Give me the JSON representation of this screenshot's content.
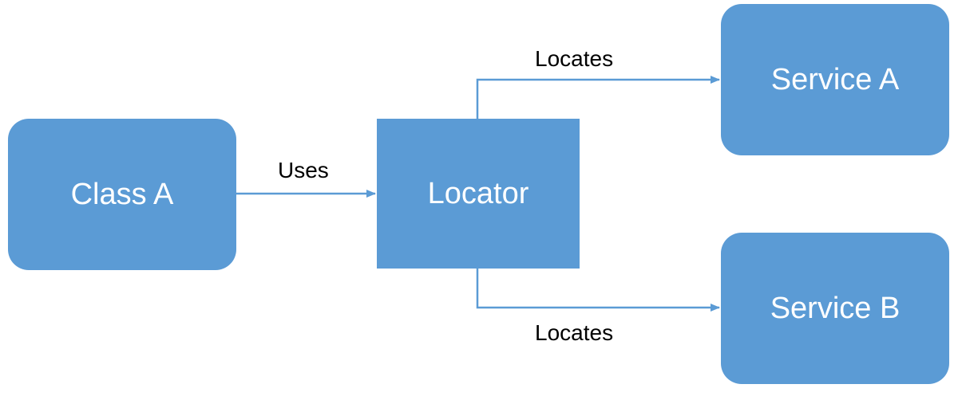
{
  "nodes": {
    "class_a": "Class A",
    "locator": "Locator",
    "service_a": "Service A",
    "service_b": "Service B"
  },
  "edges": {
    "uses": "Uses",
    "locates_a": "Locates",
    "locates_b": "Locates"
  },
  "colors": {
    "node_fill": "#5b9bd5",
    "connector": "#5b9bd5",
    "node_text": "#ffffff",
    "label_text": "#000000"
  }
}
